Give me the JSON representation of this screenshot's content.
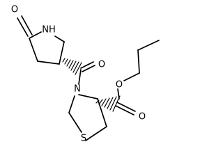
{
  "atom_labels": {
    "ketone_oxygen": "O",
    "ring_nitrogen_h": "NH",
    "amide_oxygen": "O",
    "thiazolidine_nitrogen": "N",
    "ester_oxygen_single": "O",
    "ester_oxygen_double": "O",
    "sulfur": "S"
  }
}
